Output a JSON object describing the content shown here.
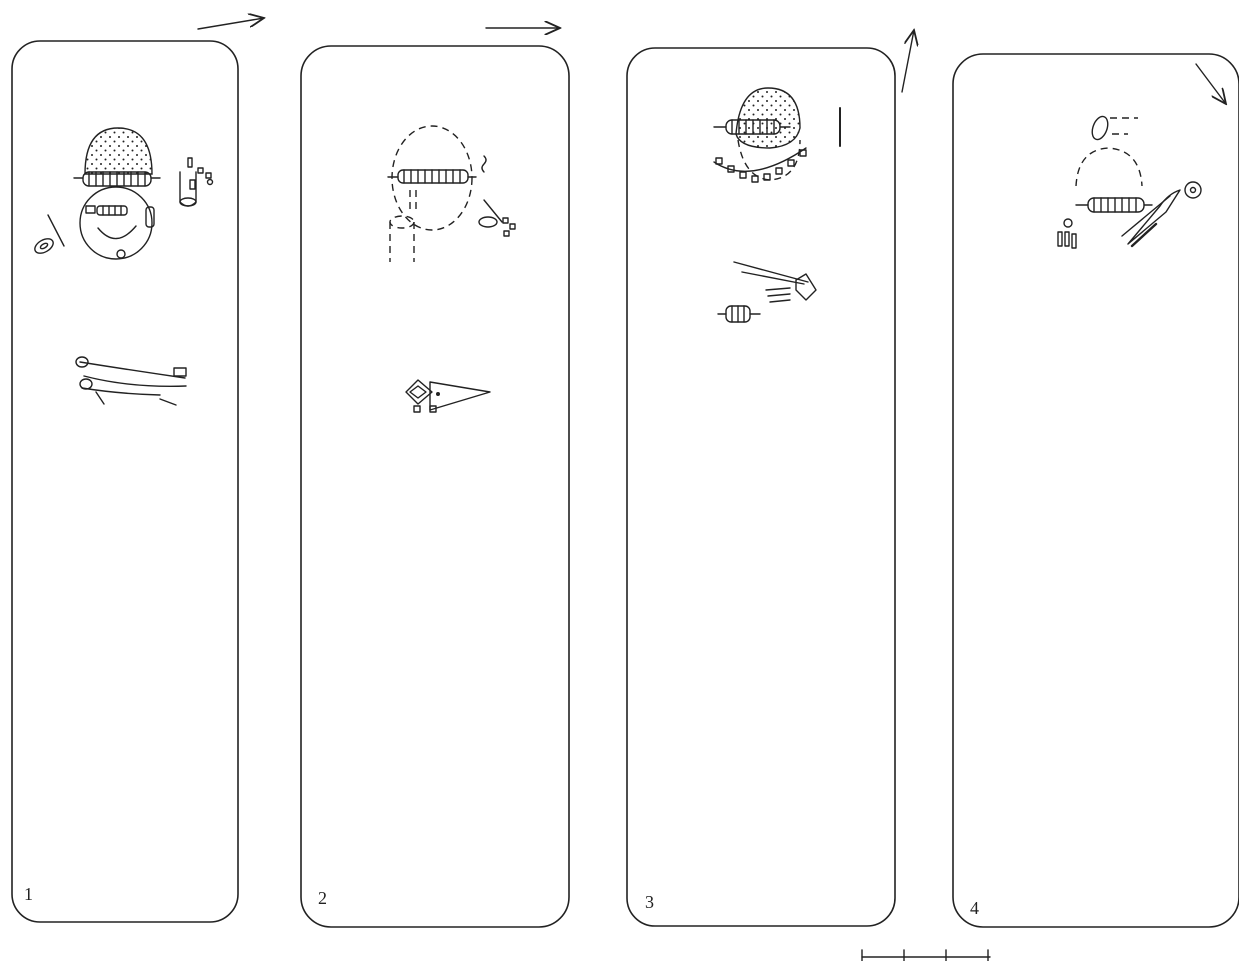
{
  "panels": [
    {
      "label": "1"
    },
    {
      "label": "2"
    },
    {
      "label": "3"
    },
    {
      "label": "4"
    }
  ],
  "icons": {
    "arrow": "arrow-icon",
    "scale_bar": "scale-bar-icon"
  }
}
